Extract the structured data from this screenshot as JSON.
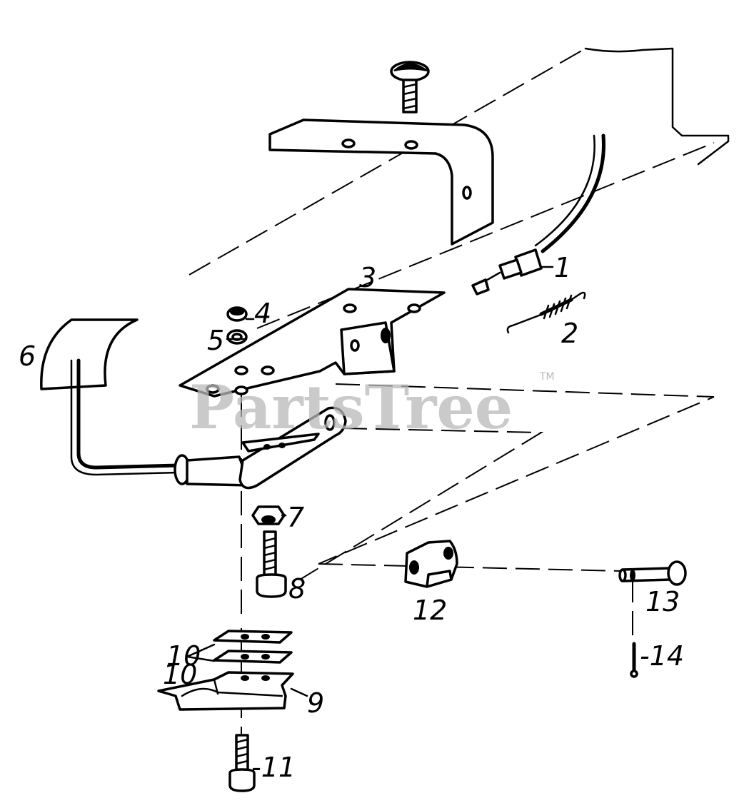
{
  "watermark": {
    "text": "PartsTree",
    "trademark": "TM"
  },
  "callouts": {
    "c1": "1",
    "c2": "2",
    "c3": "3",
    "c4": "4",
    "c5": "5",
    "c6": "6",
    "c7": "7",
    "c8": "8",
    "c9": "9",
    "c10a": "10",
    "c10b": "10",
    "c11": "-11",
    "c12": "12",
    "c13": "13",
    "c14": "-14"
  },
  "colors": {
    "ink": "#000000",
    "paper": "#ffffff",
    "watermark": "#b9b9b9"
  }
}
